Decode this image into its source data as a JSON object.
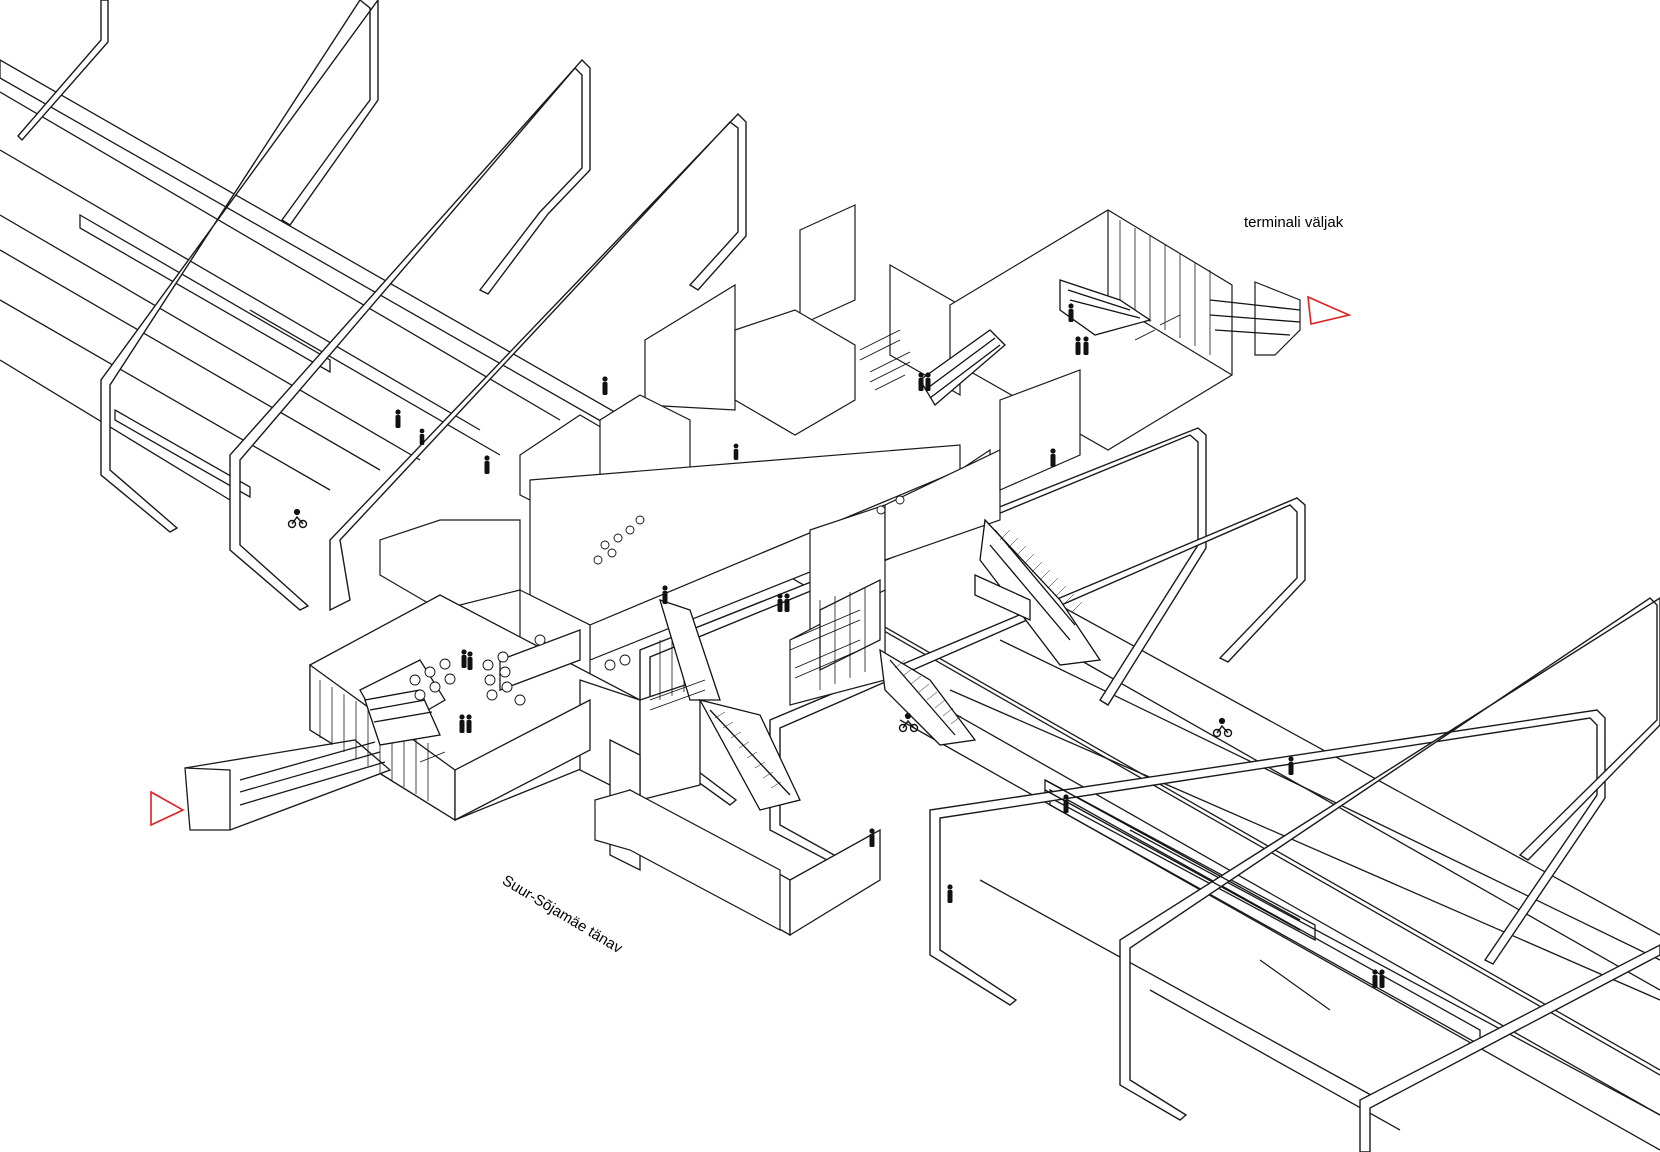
{
  "labels": {
    "terminal_square": "terminali väljak",
    "street": "Suur-Sõjamäe tänav"
  },
  "colors": {
    "line": "#1a1a1a",
    "entrance_marker": "#e02020",
    "background": "#ffffff",
    "figure": "#111111"
  },
  "icons": {
    "entrance": "triangle-outline",
    "person": "pedestrian-silhouette",
    "cyclist": "cyclist-silhouette"
  }
}
